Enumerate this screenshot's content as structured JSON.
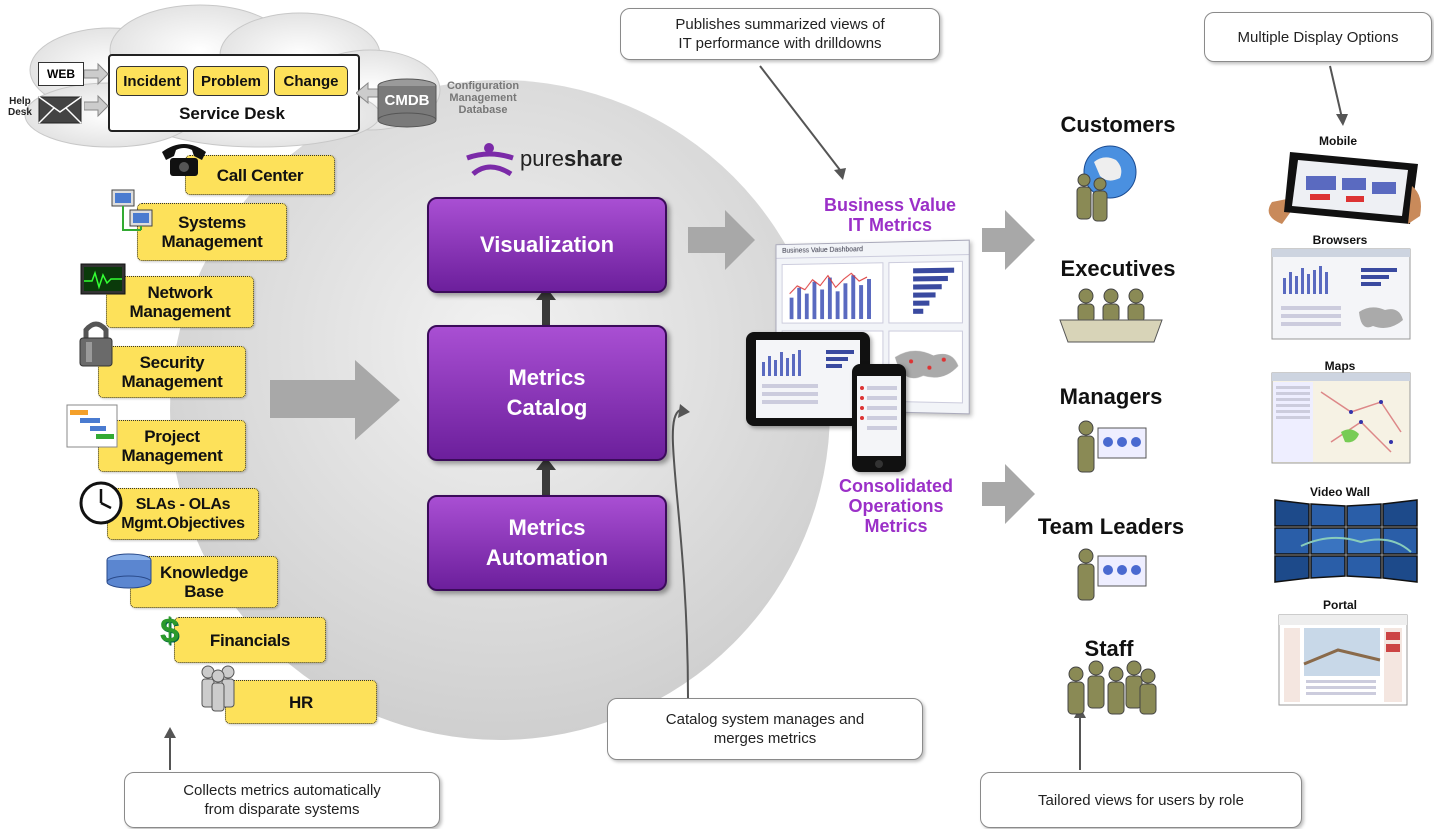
{
  "callouts": {
    "publishes": "Publishes summarized views of\nIT performance with drilldowns",
    "display_options": "Multiple Display Options",
    "catalog": "Catalog system manages and\nmerges metrics",
    "collects": "Collects metrics automatically\nfrom disparate systems",
    "tailored": "Tailored views for users by role"
  },
  "service_desk": {
    "web": "WEB",
    "help_desk": "Help\nDesk",
    "incident": "Incident",
    "problem": "Problem",
    "change": "Change",
    "title": "Service Desk",
    "cmdb": "CMDB",
    "cmdb_label": "Configuration\nManagement\nDatabase"
  },
  "sources": [
    "Call Center",
    "Systems\nManagement",
    "Network\nManagement",
    "Security\nManagement",
    "Project\nManagement",
    "SLAs - OLAs\nMgmt.Objectives",
    "Knowledge\nBase",
    "Financials",
    "HR"
  ],
  "brand": {
    "pure": "pure",
    "share": "share"
  },
  "process": {
    "visualization": "Visualization",
    "catalog": "Metrics\nCatalog",
    "automation": "Metrics\nAutomation"
  },
  "outputs": {
    "business_value": "Business Value\nIT Metrics",
    "consolidated": "Consolidated\nOperations\nMetrics",
    "dashboard_title": "Business Value Dashboard"
  },
  "roles": [
    "Customers",
    "Executives",
    "Managers",
    "Team Leaders",
    "Staff"
  ],
  "displays": [
    "Mobile",
    "Browsers",
    "Maps",
    "Video Wall",
    "Portal"
  ],
  "colors": {
    "purple": "#7b2aa8",
    "source_yellow": "#fde15a",
    "arrow_gray": "#a8a8a8",
    "role_figure": "#8a8a55"
  }
}
